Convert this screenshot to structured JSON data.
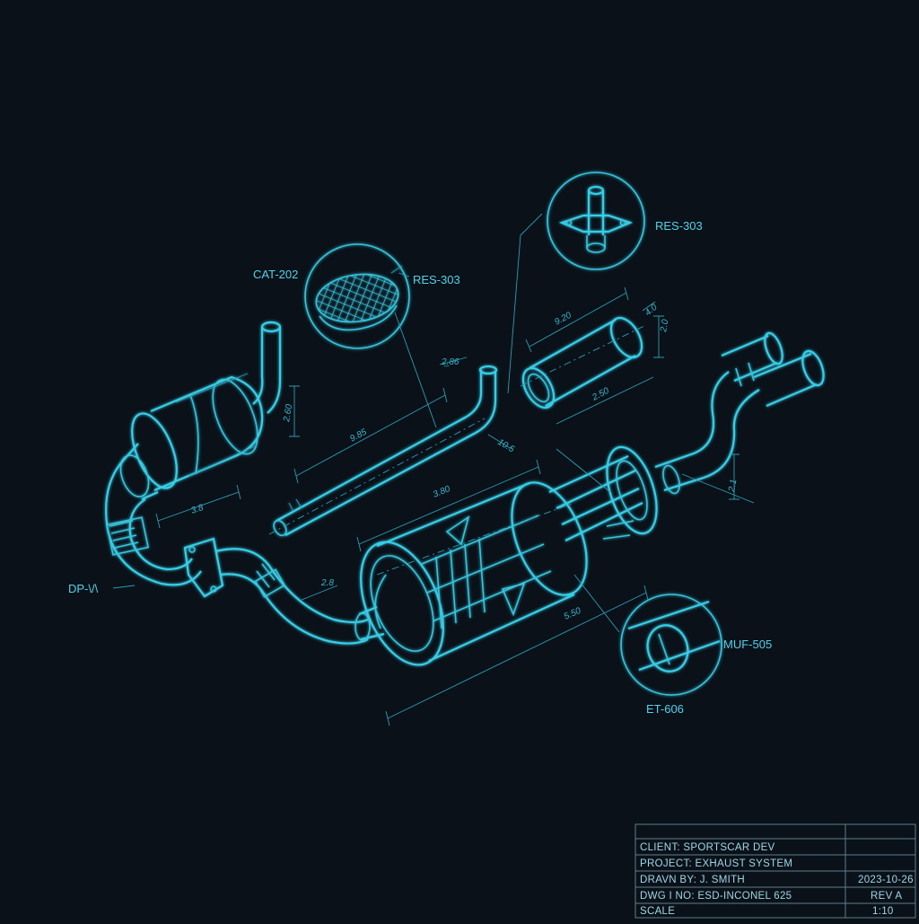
{
  "labels": {
    "cat": "CAT-202",
    "res_left": "RES-303",
    "res_right": "RES-303",
    "dp": "DP-\\/\\",
    "muf": "MUF-505",
    "et": "ET-606"
  },
  "dimensions": {
    "d1": "2̲.86",
    "d_pipe": "9.85",
    "d_down": "3.8",
    "d_mid": "2.8",
    "d_muf": "3.80",
    "d_long": "5.50",
    "d_top": "9.20",
    "d_side": "2.60",
    "d_rot1": "4.0",
    "d_rot2": "10.5",
    "d_cat_h": "2.0",
    "d_tip": "2.1",
    "d_res_w": "2.50"
  },
  "title_block": {
    "client": "CLIENT: SPORTSCAR DEV",
    "project": "PROJECT: EXHAUST SYSTEM",
    "drawn": "DRAVN BY: J. SMITH",
    "date": "2023-10-26",
    "dwg": "DWG I NO: ESD-INCONEL 625",
    "rev": "REV A",
    "scale_label": "SCALE",
    "scale_value": "1:10"
  },
  "colors": {
    "background": "#0a1119",
    "line": "#36c4dc",
    "text": "#4fd3ea"
  }
}
